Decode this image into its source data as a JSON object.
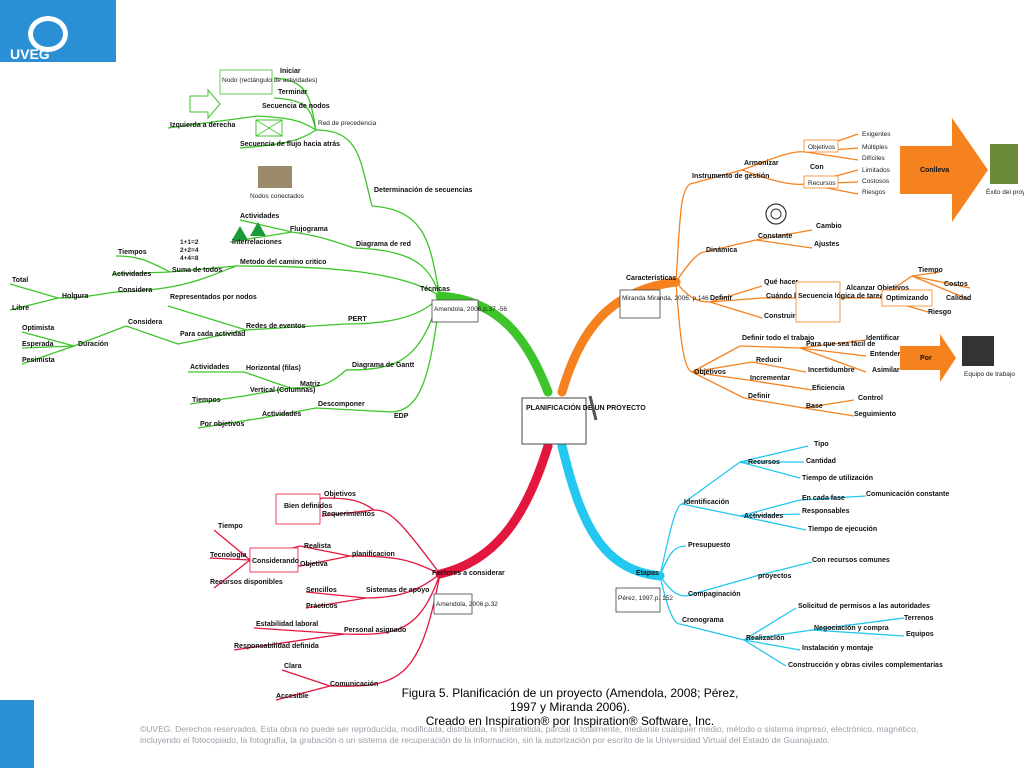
{
  "brand": {
    "logo_text": "UVEG",
    "accent": "#2b8fd6"
  },
  "colors": {
    "green": "#3ec42b",
    "orange": "#f5821f",
    "red": "#e3173e",
    "cyan": "#22c8ef",
    "arrow": "#f5821f"
  },
  "center": {
    "title": "PLANIFICACIÓN DE UN PROYECTO"
  },
  "green": {
    "main": "Técnicas",
    "ref": "Amendola, 2006.p.37 -56",
    "red_precedencia": "Red de precedencia",
    "iniciar": "Iniciar",
    "terminar": "Terminar",
    "nodo": "Nodo (rectángulo de actividades)",
    "secuencia_nodos": "Secuencia de nodos",
    "izq_der": "Izquierda a derecha",
    "flujo_atras": "Secuencia de flujo hacia atrás",
    "nodos_conectados": "Nodos conectados",
    "determinacion": "Determinación de secuencias",
    "actividades": "Actividades",
    "interrelaciones": "Interrelaciones",
    "flujograma": "Flujograma",
    "diagrama_red": "Diagrama de red",
    "tiempos": "Tiempos",
    "actividades2": "Actividades",
    "suma_todos": "Suma de todos",
    "metodo": "Metodo del camino critico",
    "total": "Total",
    "libre": "Libre",
    "holgura": "Holgura",
    "considera": "Considera",
    "representados": "Representados por nodos",
    "para_cada": "Para cada actividad",
    "redes_eventos": "Redes de eventos",
    "pert": "PERT",
    "optimista": "Optimista",
    "esperada": "Esperada",
    "pesimista": "Pesimista",
    "duracion": "Duración",
    "considera2": "Considera",
    "horizontal": "Horizontal (filas)",
    "vertical": "Vertical (Columnas)",
    "actividades3": "Actividades",
    "tiempos2": "Tiempos",
    "matriz": "Matriz",
    "gantt": "Diagrama de Gantt",
    "descomponer": "Descomponer",
    "actividades4": "Actividades",
    "por_objetivos": "Por objetivos",
    "edp": "EDP"
  },
  "orange": {
    "main": "Características",
    "ref": "Miranda Miranda, 2006. p.146",
    "instrumento": "Instrumento de gestión",
    "armonizar": "Armonizar",
    "objetivos": "Objetivos",
    "con": "Con",
    "recursos": "Recursos",
    "exigentes": "Exigentes",
    "multiples": "Múltiples",
    "dificiles": "Difíciles",
    "limitados": "Limitados",
    "costosos": "Costosos",
    "riesgos": "Riesgos",
    "conlleva": "Conlleva",
    "exito": "Éxito del proyecto",
    "dinamica": "Dinámica",
    "constante": "Constante",
    "cambio": "Cambio",
    "ajustes": "Ajustes",
    "definir": "Definir",
    "que_hacer": "Qué hacer",
    "cuando": "Cuándo hacerlo",
    "construir": "Construir",
    "secuencia": "Secuencia lógica de tareas",
    "alcanzar": "Alcanzar Objetivos",
    "optimizando": "Optimizando",
    "tiempo": "Tiempo",
    "costos": "Costos",
    "calidad": "Calidad",
    "riesgo": "Riesgo",
    "objetivos2": "Objetivos",
    "definir_todo": "Definir todo el trabajo",
    "para_que": "Para que sea fácil de",
    "identificar": "Identificar",
    "entender": "Entender",
    "asimilar": "Asimilar",
    "reducir": "Reducir",
    "incertidumbre": "Incertidumbre",
    "incrementar": "Incrementar",
    "eficiencia": "Eficiencia",
    "definir2": "Definir",
    "base": "Base",
    "control": "Control",
    "seguimiento": "Seguimiento",
    "por": "Por",
    "equipo": "Equipo de trabajo"
  },
  "red": {
    "main": "Factores a considerar",
    "ref": "Amendola, 2006.p.32",
    "bien_definidos": "Bien definidos",
    "objetivos": "Objetivos",
    "requerimientos": "Requerimientos",
    "tiempo": "Tiempo",
    "tecnologia": "Tecnología",
    "recursos_disp": "Recursos disponibles",
    "considerando": "Considerando",
    "realista": "Realista",
    "objetiva": "Objetiva",
    "planificacion": "planificacion",
    "sencillos": "Sencillos",
    "practicos": "Prácticos",
    "sistemas_apoyo": "Sistemas de apoyo",
    "estabilidad": "Estabilidad laboral",
    "responsabilidad": "Responsabilidad definida",
    "personal": "Personal asignado",
    "clara": "Clara",
    "accesible": "Accesible",
    "comunicacion": "Comunicación"
  },
  "cyan": {
    "main": "Etapas",
    "ref": "Pérez, 1997.p. 152",
    "identificacion": "Identificación",
    "recursos": "Recursos",
    "tipo": "Tipo",
    "cantidad": "Cantidad",
    "tiempo_util": "Tiempo de utilización",
    "actividades": "Actividades",
    "en_cada": "En cada fase",
    "comunicacion_const": "Comunicación constante",
    "responsables": "Responsables",
    "tiempo_ejec": "Tiempo de ejecución",
    "presupuesto": "Presupuesto",
    "compaginacion": "Compaginación",
    "proyectos": "proyectos",
    "recursos_comunes": "Con recursos comunes",
    "cronograma": "Cronograma",
    "realizacion": "Realización",
    "solicitud": "Solicitud de permisos a las autoridades",
    "negociacion": "Negociación y compra",
    "terrenos": "Terrenos",
    "equipos": "Equipos",
    "instalacion": "Instalación y montaje",
    "construccion": "Construcción y obras civiles complementarias"
  },
  "caption": {
    "line1": "Figura 5. Planificación de un proyecto (Amendola, 2008; Pérez,",
    "line2": "1997 y Miranda 2006).",
    "line3": "Creado en Inspiration® por Inspiration® Software, Inc."
  },
  "copyright": "©UVEG. Derechos reservados. Esta obra no puede ser reproducida, modificada, distribuida, ni transmitida, parcial o totalmente, mediante cualquier medio, método o sistema impreso, electrónico, magnético, incluyendo el fotocopiado, la fotografía, la grabación o un sistema de recuperación de la información, sin la autorización por escrito de la Universidad Virtual del Estado de Guanajuato."
}
